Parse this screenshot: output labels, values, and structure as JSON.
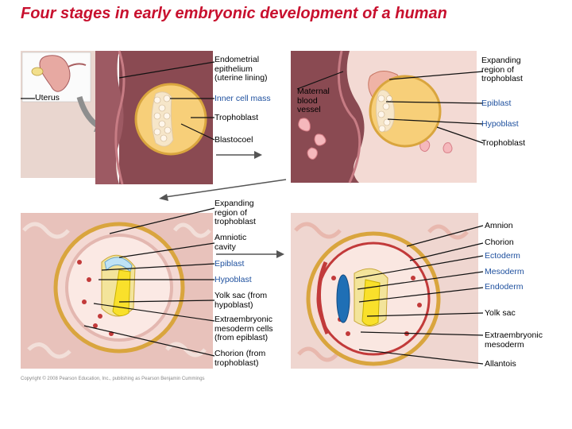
{
  "title": "Four stages in early embryonic development of a human",
  "panel1": {
    "uterus": "Uterus",
    "endometrial": "Endometrial\nepithelium\n(uterine lining)",
    "inner_cell_mass": "Inner cell mass",
    "trophoblast": "Trophoblast",
    "blastocoel": "Blastocoel"
  },
  "panel2": {
    "maternal_vessel": "Maternal\nblood\nvessel",
    "expanding": "Expanding\nregion of\ntrophoblast",
    "epiblast": "Epiblast",
    "hypoblast": "Hypoblast",
    "trophoblast": "Trophoblast"
  },
  "panel3": {
    "expanding": "Expanding\nregion of\ntrophoblast",
    "amniotic": "Amniotic\ncavity",
    "epiblast": "Epiblast",
    "hypoblast": "Hypoblast",
    "yolk_sac": "Yolk sac (from\nhypoblast)",
    "extraembryonic": "Extraembryonic\nmesoderm cells\n(from epiblast)",
    "chorion": "Chorion (from\ntrophoblast)"
  },
  "panel4": {
    "amnion": "Amnion",
    "chorion": "Chorion",
    "ectoderm": "Ectoderm",
    "mesoderm": "Mesoderm",
    "endoderm": "Endoderm",
    "yolk_sac": "Yolk sac",
    "extraembryonic": "Extraembryonic\nmesoderm",
    "allantois": "Allantois"
  },
  "copyright": "Copyright © 2008 Pearson Education, Inc., publishing as Pearson Benjamin Cummings",
  "colors": {
    "title": "#c8102e",
    "label_blue": "#1d4f9e",
    "tissue": "#d9a79a",
    "wall": "#8a4a52"
  }
}
